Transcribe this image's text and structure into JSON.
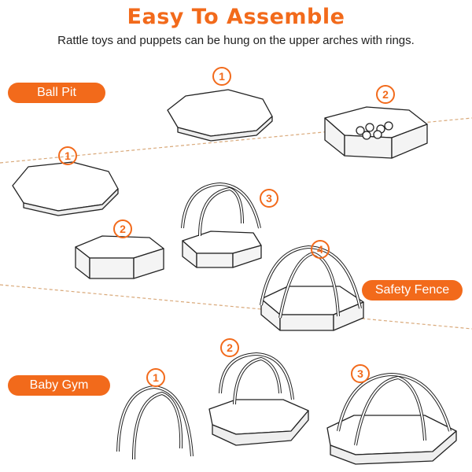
{
  "header": {
    "title": "Easy To Assemble",
    "subtitle": "Rattle toys and puppets can be hung on the upper arches with rings."
  },
  "colors": {
    "accent": "#f26a1b",
    "line": "#222222",
    "divider": "#d9a97a"
  },
  "sections": {
    "ball_pit": {
      "label": "Ball Pit",
      "steps": [
        "1",
        "2"
      ]
    },
    "safety_fence": {
      "label": "Safety Fence",
      "steps": [
        "1",
        "2",
        "3",
        "4"
      ]
    },
    "baby_gym": {
      "label": "Baby Gym",
      "steps": [
        "1",
        "2",
        "3"
      ]
    }
  }
}
